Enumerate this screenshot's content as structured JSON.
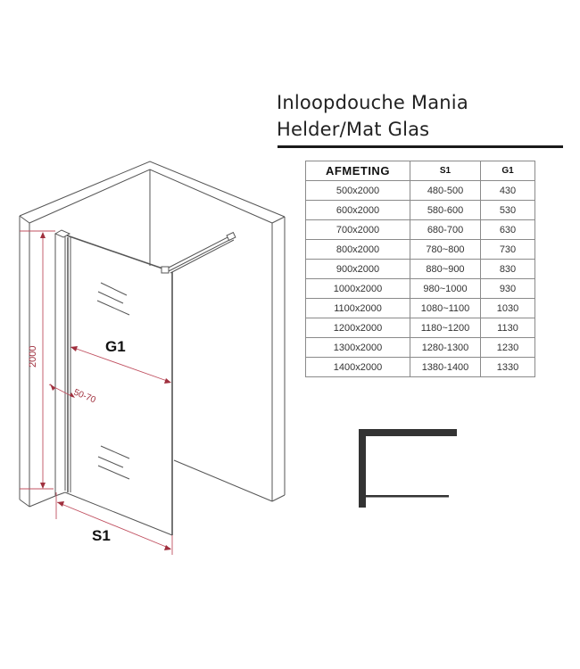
{
  "header": {
    "title_line1": "Inloopdouche Mania",
    "title_line2": "Helder/Mat Glas"
  },
  "table": {
    "columns": [
      "AFMETING",
      "S1",
      "G1"
    ],
    "rows": [
      [
        "500x2000",
        "480-500",
        "430"
      ],
      [
        "600x2000",
        "580-600",
        "530"
      ],
      [
        "700x2000",
        "680-700",
        "630"
      ],
      [
        "800x2000",
        "780~800",
        "730"
      ],
      [
        "900x2000",
        "880~900",
        "830"
      ],
      [
        "1000x2000",
        "980~1000",
        "930"
      ],
      [
        "1100x2000",
        "1080~1100",
        "1030"
      ],
      [
        "1200x2000",
        "1180~1200",
        "1130"
      ],
      [
        "1300x2000",
        "1280-1300",
        "1230"
      ],
      [
        "1400x2000",
        "1380-1400",
        "1330"
      ]
    ]
  },
  "diagram": {
    "labels": {
      "height": "2000",
      "glass_width": "G1",
      "gap": "50-70",
      "overall_width": "S1"
    },
    "colors": {
      "line": "#555555",
      "dimension": "#b03a4a"
    }
  },
  "plan_icon": "walk-in-shower-plan-icon"
}
